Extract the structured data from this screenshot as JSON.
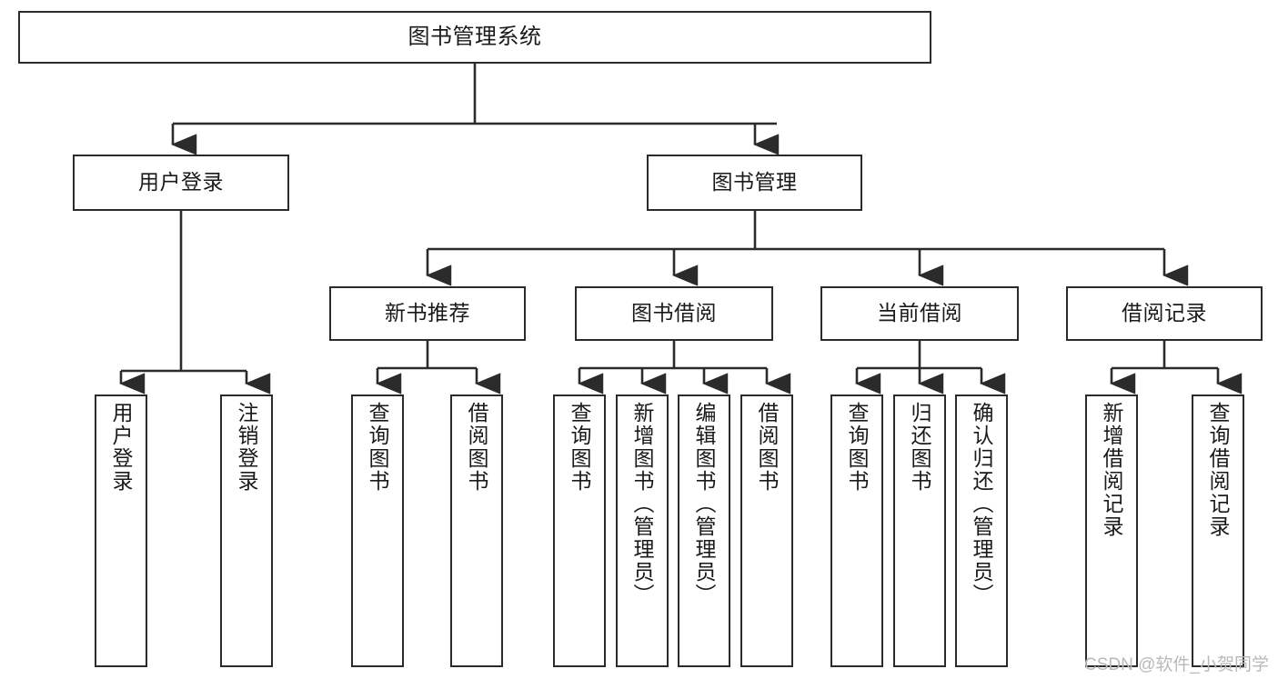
{
  "diagram": {
    "title": "图书管理系统",
    "type": "tree",
    "watermark": "CSDN @软件_小贺同学",
    "colors": {
      "stroke": "#2b2b2b",
      "fill": "#ffffff",
      "text": "#1a1a1a",
      "watermark": "#b9b9b9"
    },
    "root": {
      "label": "图书管理系统"
    },
    "level1": [
      {
        "label": "用户登录"
      },
      {
        "label": "图书管理"
      }
    ],
    "level2": [
      {
        "label": "新书推荐"
      },
      {
        "label": "图书借阅"
      },
      {
        "label": "当前借阅"
      },
      {
        "label": "借阅记录"
      }
    ],
    "leaves": {
      "user_login": [
        {
          "label": "用户登录"
        },
        {
          "label": "注销登录"
        }
      ],
      "new_book": [
        {
          "label": "查询图书"
        },
        {
          "label": "借阅图书"
        }
      ],
      "book_borrow": [
        {
          "label": "查询图书"
        },
        {
          "label": "新增图书（管理员）"
        },
        {
          "label": "编辑图书（管理员）"
        },
        {
          "label": "借阅图书"
        }
      ],
      "current_borrow": [
        {
          "label": "查询图书"
        },
        {
          "label": "归还图书"
        },
        {
          "label": "确认归还（管理员）"
        }
      ],
      "borrow_record": [
        {
          "label": "新增借阅记录"
        },
        {
          "label": "查询借阅记录"
        }
      ]
    }
  }
}
